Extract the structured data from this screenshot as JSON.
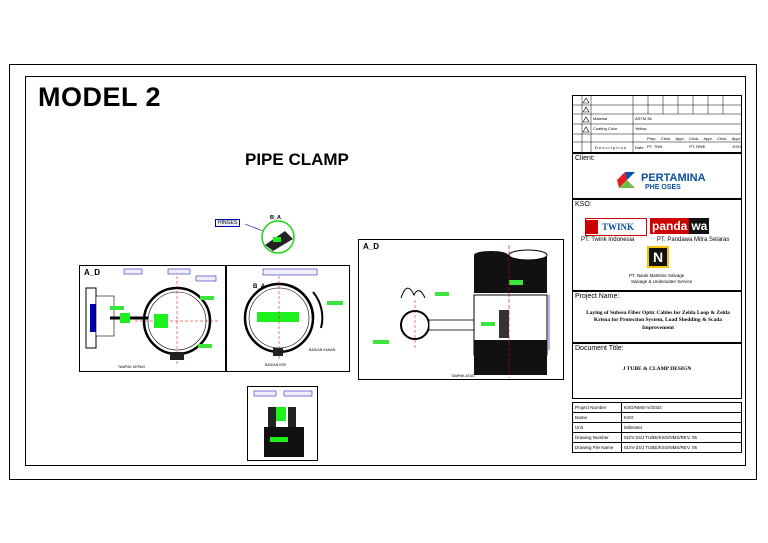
{
  "model_label": "MODEL 2",
  "drawing_title": "PIPE CLAMP",
  "revision_block": {
    "material_label": "Material",
    "material_value": "ASTM 36",
    "coating_label": "Coating Color",
    "coating_value": "Yellow",
    "description_label": "D e s c r i p t i o n",
    "date_label": "Date",
    "approval_headers": [
      "Prep.",
      "Chck.",
      "Appr.",
      "Chck.",
      "Appr.",
      "Chck.",
      "Appr."
    ],
    "approval_groups": [
      "PT. TIWI",
      "PT. RWE",
      "KSO"
    ]
  },
  "client": {
    "heading": "Client:",
    "name": "PERTAMINA",
    "sub": "PHE OSES"
  },
  "kso": {
    "heading": "KSO:",
    "company1": "PT. Twink Indonesia",
    "company1_logo": "TWINK",
    "company2": "PT. Pandawa Mitra Selaras",
    "company2_logo_a": "panda",
    "company2_logo_b": "wa",
    "company3_line1": "PT. Nauki Maritime Salvage",
    "company3_line2": "Salvage & Underwater Service"
  },
  "project": {
    "heading": "Project Name:",
    "text": "Laying of Subsea Fiber Optic Cables for Zelda Loop & Zelda Krisna for Protection System, Load Shedding & Scada Improvement"
  },
  "document": {
    "heading": "Document Title:",
    "text": "J TUBE & CLAMP DESIGN"
  },
  "info_rows": [
    {
      "label": "Project Number",
      "value": "KSO/NMS-IV/2024"
    },
    {
      "label": "Name",
      "value": "KSO"
    },
    {
      "label": "Unit",
      "value": "Milimeter"
    },
    {
      "label": "Drawing Number",
      "value": "01/IV-24/J TUBE/KSO/NMS/REV. 05"
    },
    {
      "label": "Drawing File Name",
      "value": "01/IV-24/J TUBE/KSO/NMS/REV. 05"
    }
  ],
  "views": {
    "ad_left": "A_D",
    "ad_right": "A_D",
    "ba_top": "B_A",
    "ba_mid": "B_A",
    "hinge_label": "HINGES",
    "bagian_kanan": "BAGIAN KANAN",
    "bagian_kiri": "BAGIAN KIRI",
    "tampak_depan": "TAMPAK DEPAN",
    "tampak_atas": "TAMPAK ATAS"
  },
  "colors": {
    "accent_green": "#1ef01e",
    "pertamina_red": "#e31e24",
    "pertamina_blue": "#0b4ea2"
  }
}
